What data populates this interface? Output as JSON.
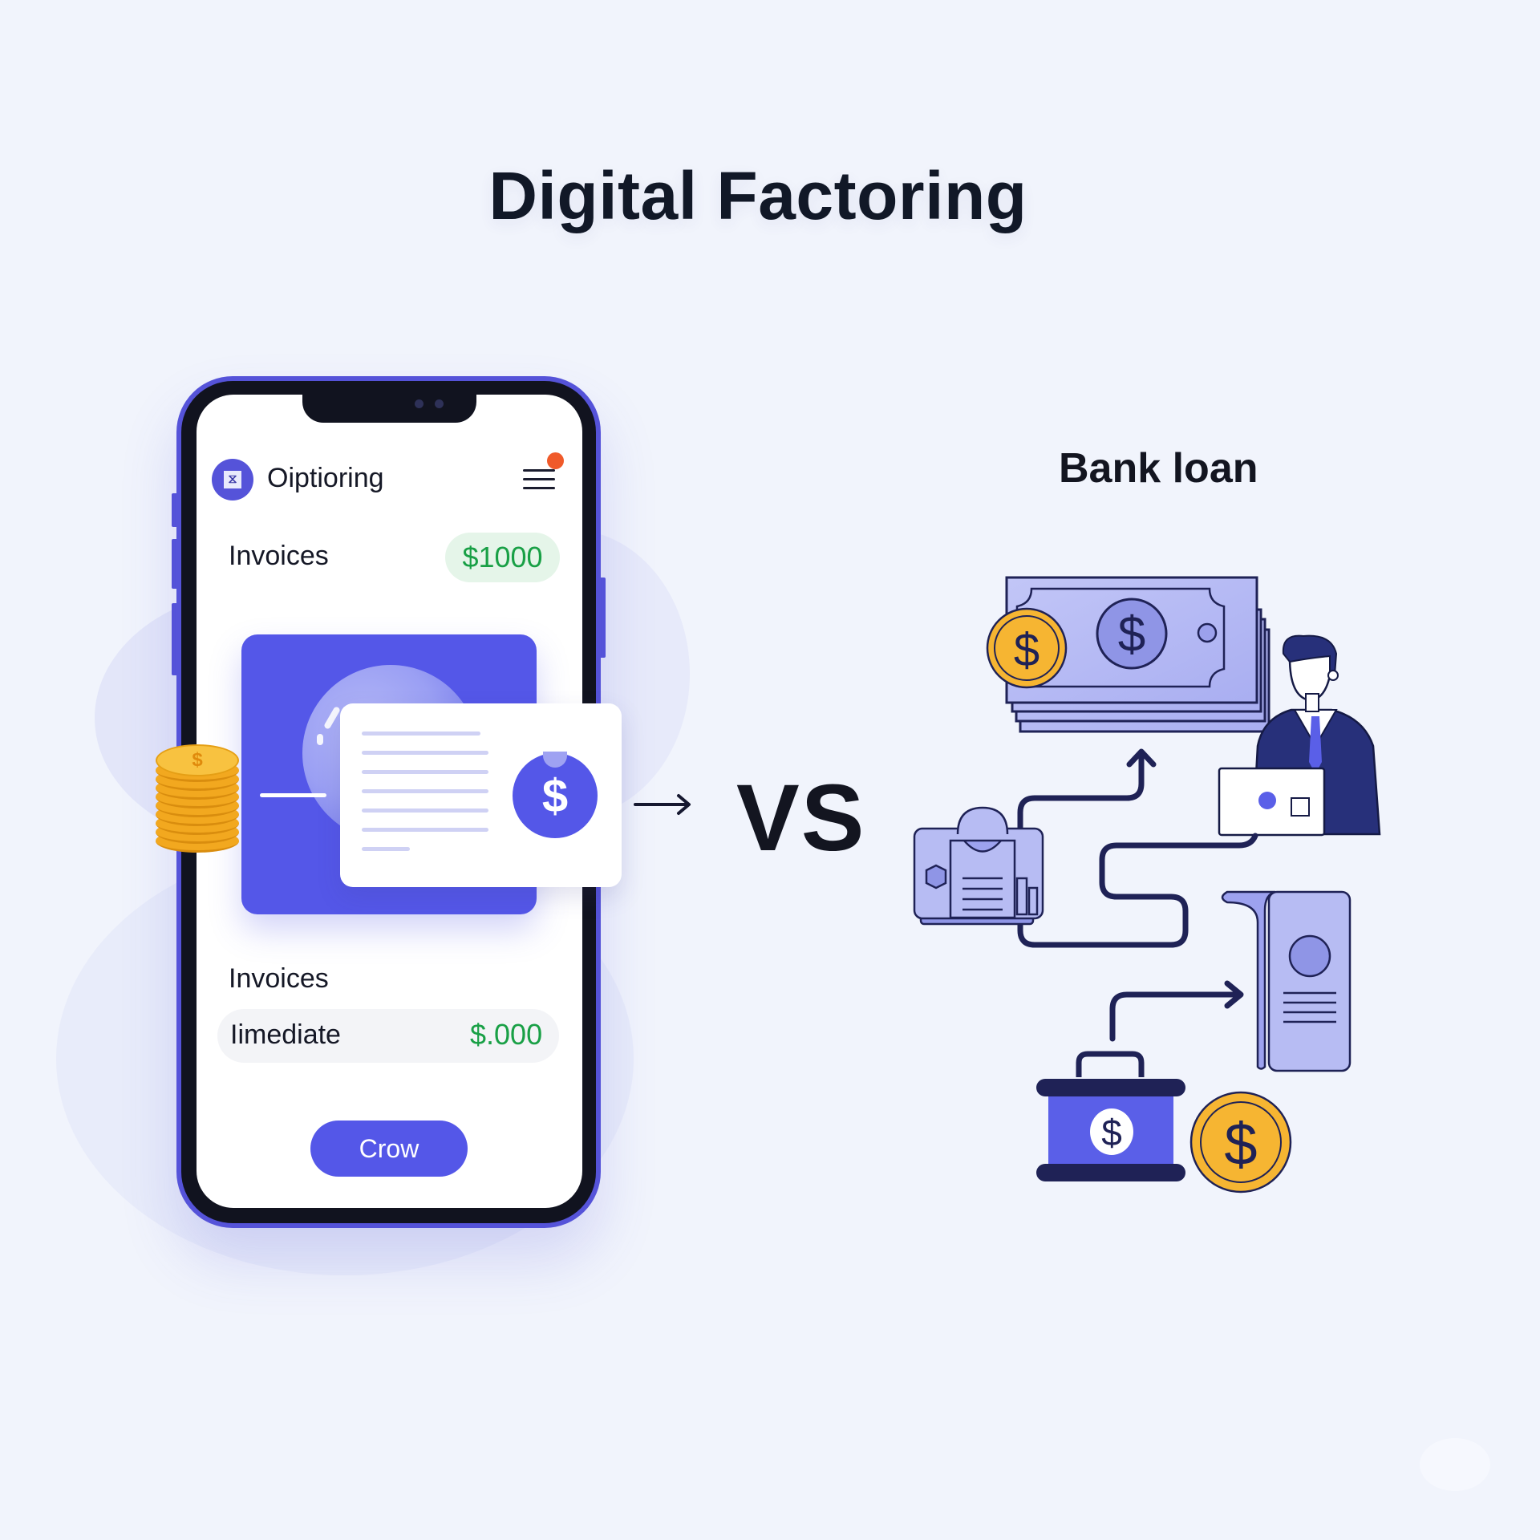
{
  "page": {
    "title": "Digital Factoring",
    "vs_label": "VS",
    "comparison_label": "Bank loan"
  },
  "phone_app": {
    "app_name": "Oiptioring",
    "logo_icon": "app-logo-icon",
    "menu_icon": "hamburger-menu-icon",
    "notification_badge_color": "#f05a2a",
    "invoices_section": {
      "label": "Invoices",
      "amount": "$1000",
      "amount_color": "#19a046"
    },
    "illustration": {
      "dollar_symbol": "$",
      "coin_symbol": "$"
    },
    "invoices_section_2": {
      "label": "Invoices",
      "row_label": "Iimediate",
      "row_amount": "$.000"
    },
    "primary_button": "Crow"
  },
  "colors": {
    "accent": "#5457e8",
    "frame": "#5553d9",
    "dark": "#11131f",
    "success": "#19a046",
    "gold": "#f5b731",
    "background": "#f1f4fc",
    "illustration_fill": "#b7bcf3",
    "illustration_stroke": "#1f2256"
  },
  "bank_loan_illustration": {
    "items": [
      {
        "name": "stacked-bills",
        "symbol": "$"
      },
      {
        "name": "gold-coin",
        "symbol": "$"
      },
      {
        "name": "businessman-with-laptop"
      },
      {
        "name": "document-bag"
      },
      {
        "name": "folded-bill"
      },
      {
        "name": "briefcase",
        "symbol": "$"
      },
      {
        "name": "gold-coin-2",
        "symbol": "$"
      }
    ]
  }
}
